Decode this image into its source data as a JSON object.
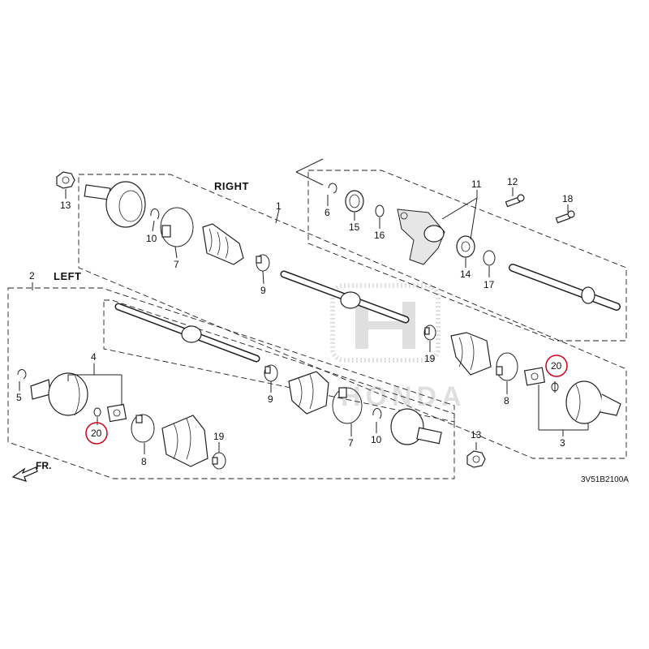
{
  "diagram": {
    "sections": {
      "right": "RIGHT",
      "left": "LEFT"
    },
    "front_marker": "FR.",
    "drawing_code": "3V51B2100A",
    "highlight_color": "#d0021b",
    "callouts": {
      "c13a": "13",
      "c10a": "10",
      "c7a": "7",
      "c9a": "9",
      "c1": "1",
      "c6": "6",
      "c15": "15",
      "c16": "16",
      "c11": "11",
      "c12": "12",
      "c18": "18",
      "c14": "14",
      "c17": "17",
      "c2": "2",
      "c4": "4",
      "c5": "5",
      "c20a": "20",
      "c8a": "8",
      "c19a": "19",
      "c9b": "9",
      "c7b": "7",
      "c10b": "10",
      "c19b": "19",
      "c8b": "8",
      "c20b": "20",
      "c3": "3",
      "c13b": "13"
    }
  }
}
